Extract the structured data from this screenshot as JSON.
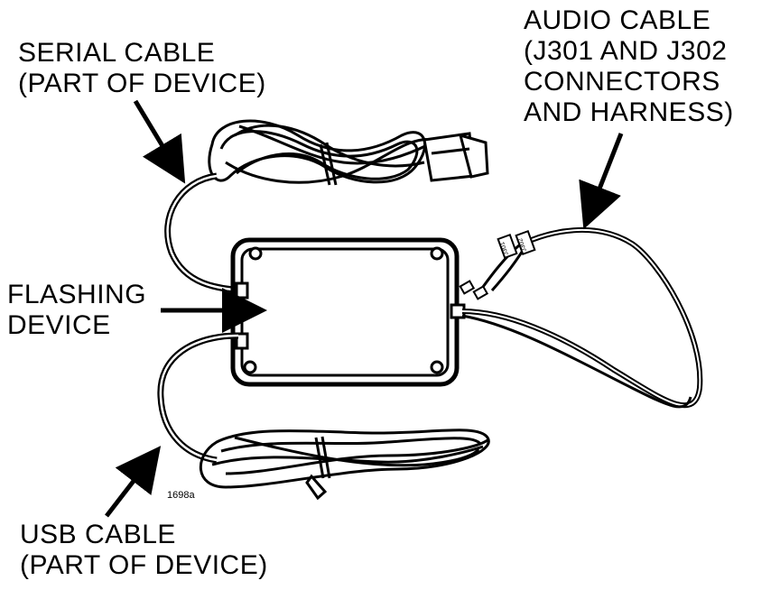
{
  "labels": {
    "serial_line1": "SERIAL CABLE",
    "serial_line2": "(PART OF DEVICE)",
    "audio_line1": "AUDIO CABLE",
    "audio_line2": "(J301 AND J302",
    "audio_line3": "CONNECTORS",
    "audio_line4": "AND HARNESS)",
    "flashing_line1": "FLASHING",
    "flashing_line2": "DEVICE",
    "usb_line1": "USB CABLE",
    "usb_line2": "(PART OF DEVICE)",
    "figure_id": "1698a",
    "tag_j301": "J301",
    "tag_j302": "J302"
  },
  "colors": {
    "ink": "#000000",
    "paper": "#ffffff"
  }
}
